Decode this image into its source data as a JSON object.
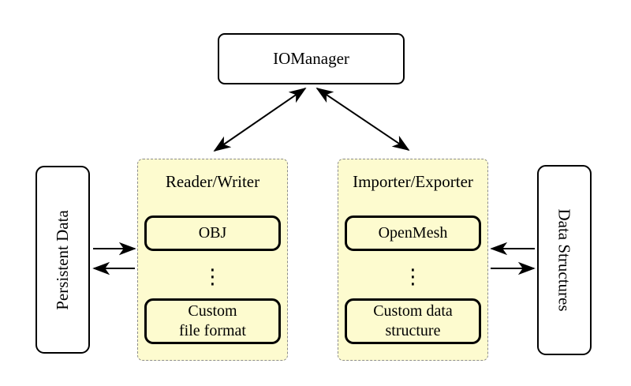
{
  "diagram": {
    "iomanager": {
      "label": "IOManager"
    },
    "reader_writer": {
      "title": "Reader/Writer",
      "item_top": "OBJ",
      "dots": "⋮",
      "item_bottom": "Custom\nfile format"
    },
    "importer_exporter": {
      "title": "Importer/Exporter",
      "item_top": "OpenMesh",
      "dots": "⋮",
      "item_bottom": "Custom data\nstructure"
    },
    "persistent_data": {
      "label": "Persistent Data"
    },
    "data_structures": {
      "label": "Data Structures"
    },
    "colors": {
      "panel_fill": "#FDFBCF",
      "panel_border": "#8C8C8C",
      "node_border": "#000000",
      "background": "#FFFFFF"
    }
  }
}
